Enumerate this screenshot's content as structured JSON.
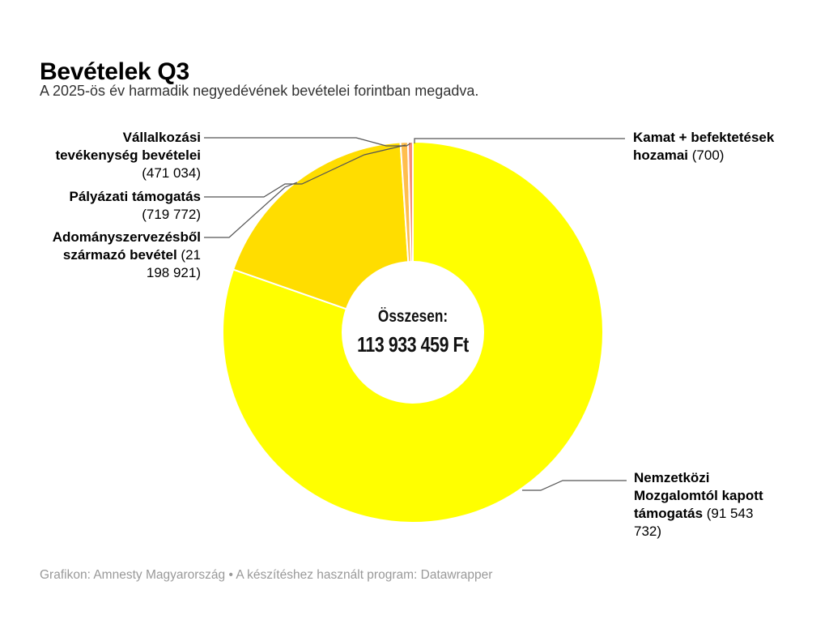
{
  "page": {
    "title": "Bevételek Q3",
    "subtitle": "A 2025-ös év harmadik negyedévének bevételei forintban megadva.",
    "footer": "Grafikon: Amnesty Magyarország • A készítéshez használt program: Datawrapper"
  },
  "chart_data": {
    "type": "pie",
    "donut": true,
    "title": "Bevételek Q3",
    "subtitle": "A 2025-ös év harmadik negyedévének bevételei forintban megadva.",
    "unit": "Ft",
    "total_label": "Összesen:",
    "total_display": "113 933 459 Ft",
    "start_angle": "top",
    "direction": "clockwise",
    "legend_position": "callout-labels",
    "slices": [
      {
        "label": "Nemzetközi Mozgalomtól kapott támogatás",
        "value": 91543732,
        "display": "(91 543 732)",
        "color": "#FFFF00"
      },
      {
        "label": "Adományszervezésből származó bevétel",
        "value": 21198921,
        "display": "(21 198 921)",
        "color": "#FFDD00"
      },
      {
        "label": "Pályázati támogatás",
        "value": 719772,
        "display": "(719 772)",
        "color": "#FFBE4D"
      },
      {
        "label": "Vállalkozási tevékenység bevételei",
        "value": 471034,
        "display": "(471 034)",
        "color": "#F59078"
      },
      {
        "label": "Kamat + befektetések hozamai",
        "value": 700,
        "display": "(700)",
        "color": "#E8586E"
      }
    ]
  },
  "geometry_note": {},
  "colors": {
    "leader_line": "#545454",
    "subtitle_text": "#333333",
    "footer_text": "#999999",
    "background": "#FFFFFF"
  }
}
